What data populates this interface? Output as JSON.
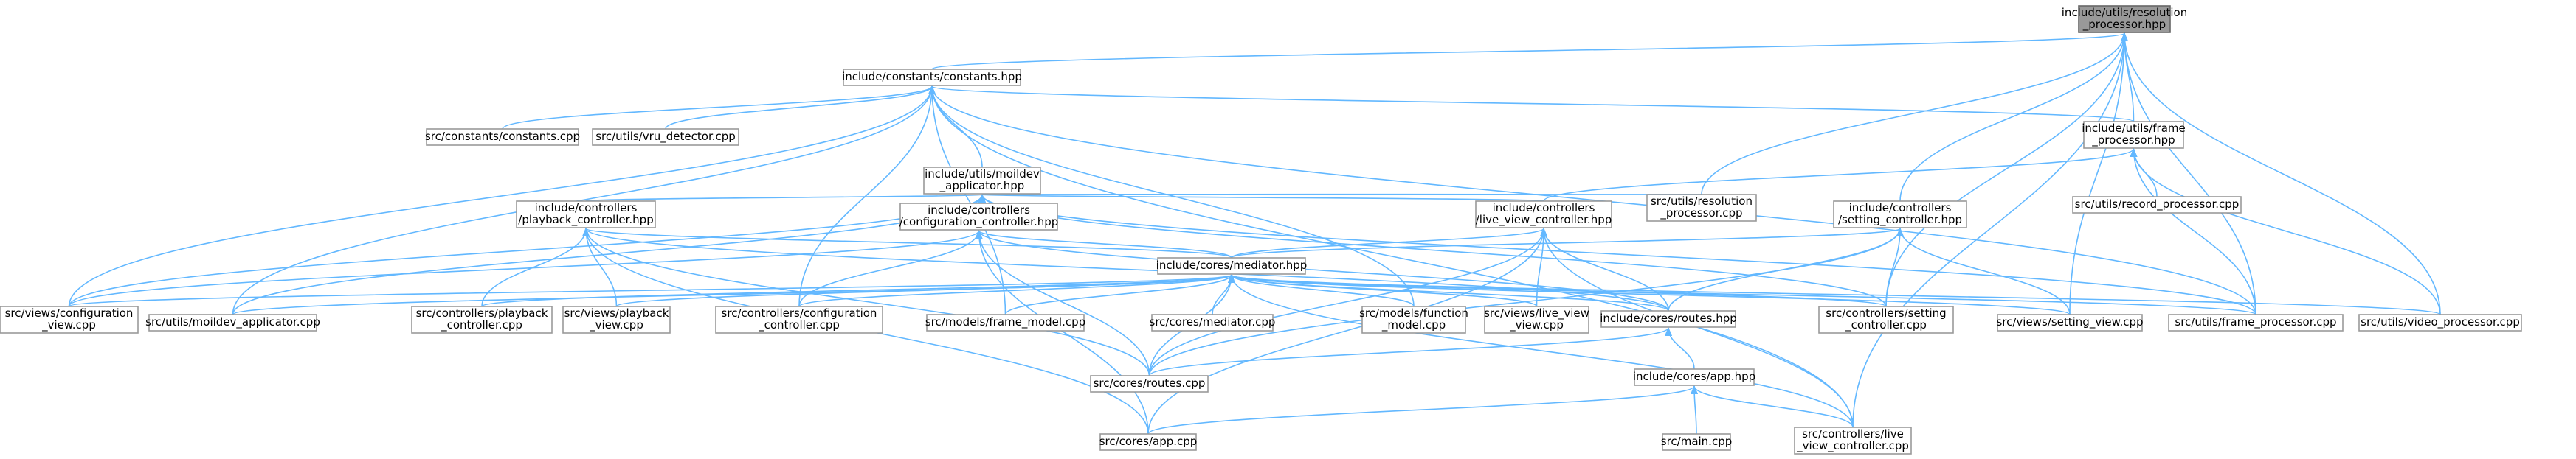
{
  "colors": {
    "edge": "#63b8ff",
    "node_border": "#999999",
    "root_fill": "#999999"
  },
  "nodes": [
    {
      "id": "root",
      "lines": [
        "include/utils/resolution",
        "_processor.hpp"
      ],
      "root": true
    },
    {
      "id": "constants_hpp",
      "lines": [
        "include/constants/constants.hpp"
      ]
    },
    {
      "id": "constants_cpp",
      "lines": [
        "src/constants/constants.cpp"
      ]
    },
    {
      "id": "vru_detector",
      "lines": [
        "src/utils/vru_detector.cpp"
      ]
    },
    {
      "id": "moildev_hpp",
      "lines": [
        "include/utils/moildev",
        "_applicator.hpp"
      ]
    },
    {
      "id": "frame_proc_hpp",
      "lines": [
        "include/utils/frame",
        "_processor.hpp"
      ]
    },
    {
      "id": "playback_ctrl_hpp",
      "lines": [
        "include/controllers",
        "/playback_controller.hpp"
      ]
    },
    {
      "id": "config_ctrl_hpp",
      "lines": [
        "include/controllers",
        "/configuration_controller.hpp"
      ]
    },
    {
      "id": "liveview_ctrl_hpp",
      "lines": [
        "include/controllers",
        "/live_view_controller.hpp"
      ]
    },
    {
      "id": "res_proc_cpp",
      "lines": [
        "src/utils/resolution",
        "_processor.cpp"
      ]
    },
    {
      "id": "setting_ctrl_hpp",
      "lines": [
        "include/controllers",
        "/setting_controller.hpp"
      ]
    },
    {
      "id": "record_proc",
      "lines": [
        "src/utils/record_processor.cpp"
      ]
    },
    {
      "id": "mediator_hpp",
      "lines": [
        "include/cores/mediator.hpp"
      ]
    },
    {
      "id": "views_config",
      "lines": [
        "src/views/configuration",
        "_view.cpp"
      ]
    },
    {
      "id": "moildev_cpp",
      "lines": [
        "src/utils/moildev_applicator.cpp"
      ]
    },
    {
      "id": "playback_ctrl_cpp",
      "lines": [
        "src/controllers/playback",
        "_controller.cpp"
      ]
    },
    {
      "id": "views_playback",
      "lines": [
        "src/views/playback",
        "_view.cpp"
      ]
    },
    {
      "id": "config_ctrl_cpp",
      "lines": [
        "src/controllers/configuration",
        "_controller.cpp"
      ]
    },
    {
      "id": "frame_model",
      "lines": [
        "src/models/frame_model.cpp"
      ]
    },
    {
      "id": "mediator_cpp",
      "lines": [
        "src/cores/mediator.cpp"
      ]
    },
    {
      "id": "function_model",
      "lines": [
        "src/models/function",
        "_model.cpp"
      ]
    },
    {
      "id": "views_live",
      "lines": [
        "src/views/live_view",
        "_view.cpp"
      ]
    },
    {
      "id": "routes_hpp",
      "lines": [
        "include/cores/routes.hpp"
      ]
    },
    {
      "id": "setting_ctrl_cpp",
      "lines": [
        "src/controllers/setting",
        "_controller.cpp"
      ]
    },
    {
      "id": "views_setting",
      "lines": [
        "src/views/setting_view.cpp"
      ]
    },
    {
      "id": "frame_proc_cpp",
      "lines": [
        "src/utils/frame_processor.cpp"
      ]
    },
    {
      "id": "video_proc",
      "lines": [
        "src/utils/video_processor.cpp"
      ]
    },
    {
      "id": "routes_cpp",
      "lines": [
        "src/cores/routes.cpp"
      ]
    },
    {
      "id": "app_hpp",
      "lines": [
        "include/cores/app.hpp"
      ]
    },
    {
      "id": "app_cpp",
      "lines": [
        "src/cores/app.cpp"
      ]
    },
    {
      "id": "main_cpp",
      "lines": [
        "src/main.cpp"
      ]
    },
    {
      "id": "liveview_ctrl_cpp",
      "lines": [
        "src/controllers/live",
        "_view_controller.cpp"
      ]
    }
  ]
}
